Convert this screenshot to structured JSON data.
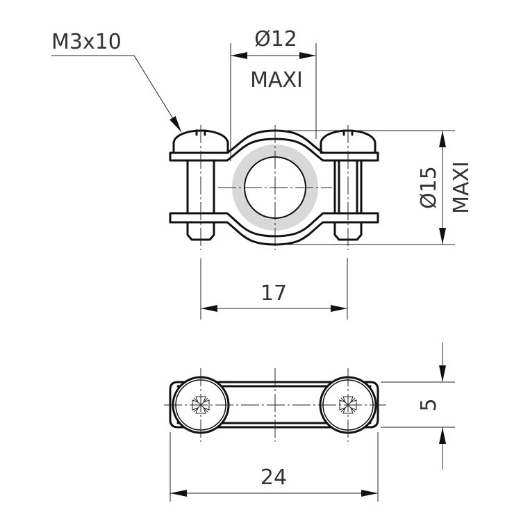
{
  "labels": {
    "screw_spec": "M3x10",
    "top_diameter": "Ø12",
    "top_diameter_note": "MAXI",
    "side_diameter": "Ø15",
    "side_diameter_note": "MAXI",
    "hole_spacing": "17",
    "overall_length": "24",
    "thickness": "5"
  },
  "colors": {
    "line": "#111111",
    "text": "#333333",
    "pipe_fill": "#d8d8d8"
  }
}
